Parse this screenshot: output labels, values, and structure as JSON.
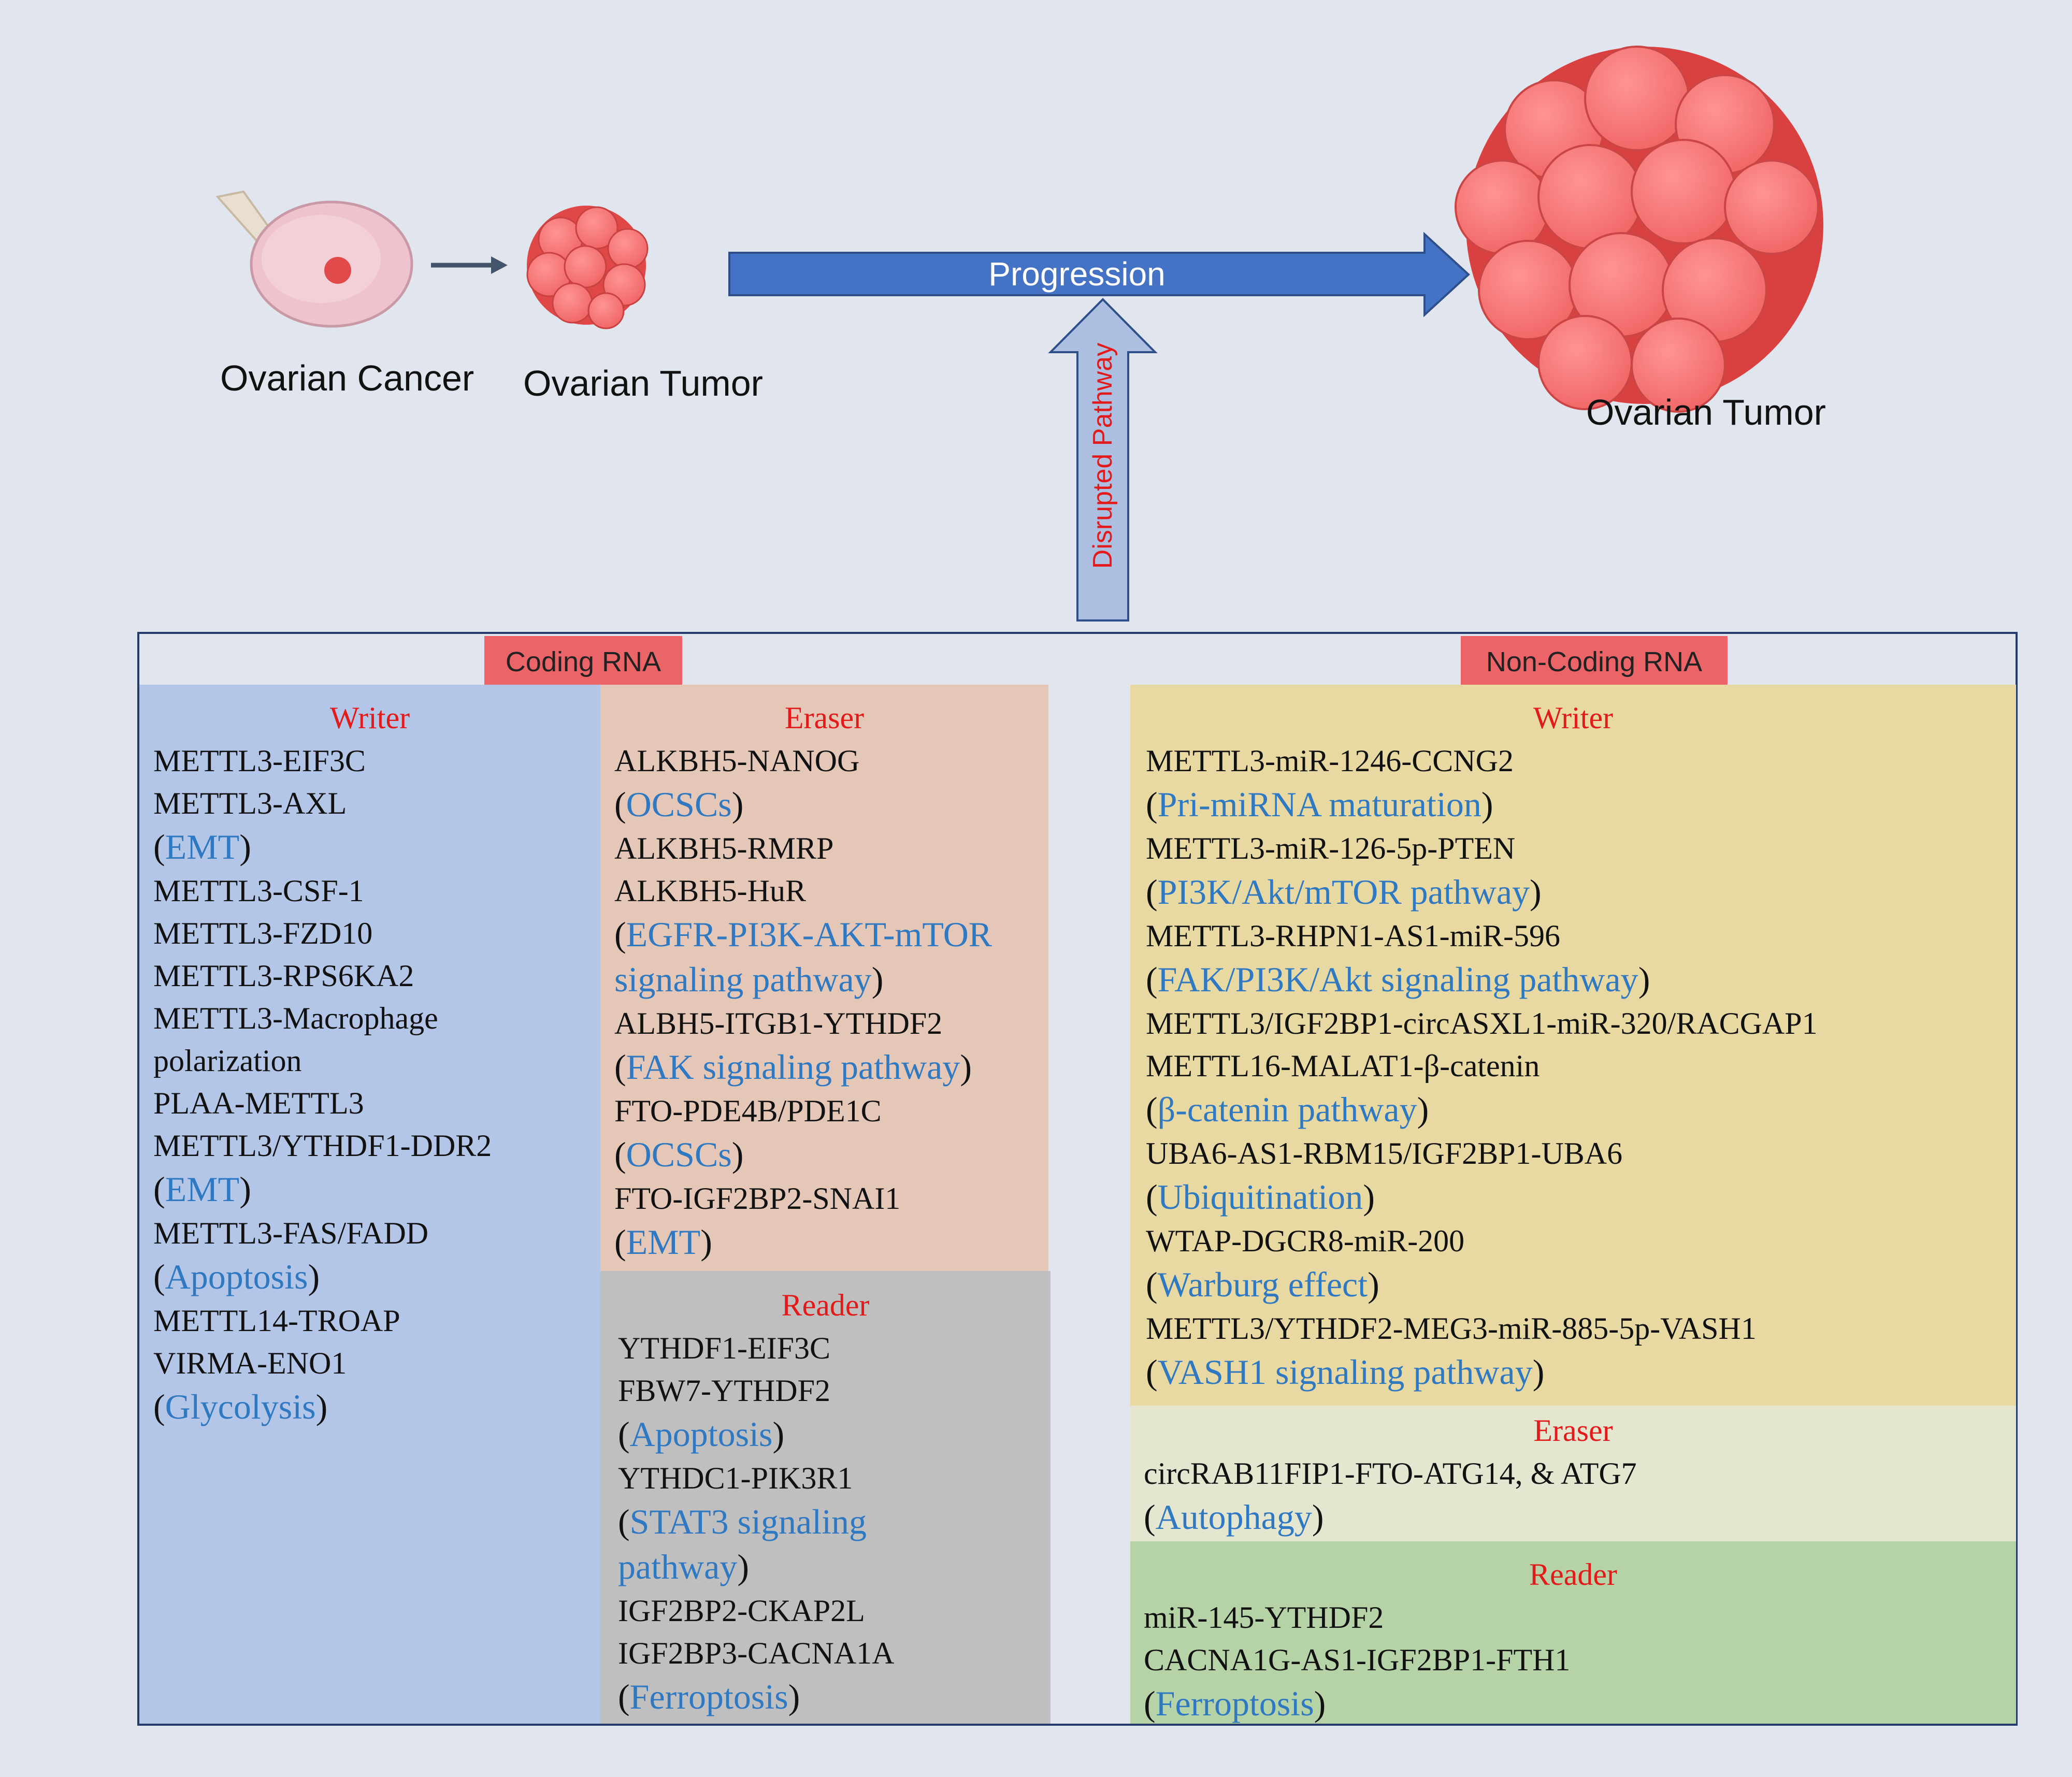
{
  "top": {
    "progression_label": "Progression",
    "disrupted_label": "Disrupted Pathway",
    "captions": {
      "ovarian_cancer": "Ovarian Cancer",
      "ovarian_tumor_small": "Ovarian Tumor",
      "ovarian_tumor_large": "Ovarian Tumor"
    }
  },
  "coding": {
    "title": "Coding RNA",
    "writer": {
      "title": "Writer",
      "lines": [
        {
          "text": "METTL3-EIF3C"
        },
        {
          "text": "METTL3-AXL"
        },
        {
          "pathway": "EMT"
        },
        {
          "text": "METTL3-CSF-1"
        },
        {
          "text": "METTL3-FZD10"
        },
        {
          "text": "METTL3-RPS6KA2"
        },
        {
          "text": "METTL3-Macrophage"
        },
        {
          "text": "polarization"
        },
        {
          "text": "PLAA-METTL3"
        },
        {
          "text": "METTL3/YTHDF1-DDR2"
        },
        {
          "pathway": "EMT"
        },
        {
          "text": "METTL3-FAS/FADD"
        },
        {
          "pathway": "Apoptosis"
        },
        {
          "text": "METTL14-TROAP"
        },
        {
          "text": "VIRMA-ENO1"
        },
        {
          "pathway": "Glycolysis"
        }
      ]
    },
    "eraser": {
      "title": "Eraser",
      "lines": [
        {
          "text": "ALKBH5-NANOG"
        },
        {
          "pathway": "OCSCs"
        },
        {
          "text": "ALKBH5-RMRP"
        },
        {
          "text": "ALKBH5-HuR"
        },
        {
          "pathway_open": "EGFR-PI3K-AKT-mTOR"
        },
        {
          "pathway_close": "signaling pathway"
        },
        {
          "text": "ALBH5-ITGB1-YTHDF2"
        },
        {
          "pathway": "FAK signaling pathway"
        },
        {
          "text": "FTO-PDE4B/PDE1C"
        },
        {
          "pathway": "OCSCs"
        },
        {
          "text": "FTO-IGF2BP2-SNAI1"
        },
        {
          "pathway": "EMT"
        }
      ]
    },
    "reader": {
      "title": "Reader",
      "lines": [
        {
          "text": "YTHDF1-EIF3C"
        },
        {
          "text": "FBW7-YTHDF2"
        },
        {
          "pathway": "Apoptosis"
        },
        {
          "text": "YTHDC1-PIK3R1"
        },
        {
          "pathway_open": "STAT3 signaling"
        },
        {
          "pathway_close": "pathway"
        },
        {
          "text": "IGF2BP2-CKAP2L"
        },
        {
          "text": "IGF2BP3-CACNA1A"
        },
        {
          "pathway": "Ferroptosis"
        }
      ]
    }
  },
  "noncoding": {
    "title": "Non-Coding RNA",
    "writer": {
      "title": "Writer",
      "lines": [
        {
          "text": "METTL3-miR-1246-CCNG2"
        },
        {
          "pathway": "Pri-miRNA maturation"
        },
        {
          "text": "METTL3-miR-126-5p-PTEN"
        },
        {
          "pathway": "PI3K/Akt/mTOR pathway"
        },
        {
          "text": "METTL3-RHPN1-AS1-miR-596"
        },
        {
          "pathway": "FAK/PI3K/Akt signaling pathway"
        },
        {
          "text": "METTL3/IGF2BP1-circASXL1-miR-320/RACGAP1"
        },
        {
          "text": "METTL16-MALAT1-β-catenin"
        },
        {
          "pathway": "β-catenin pathway"
        },
        {
          "text": "UBA6-AS1-RBM15/IGF2BP1-UBA6"
        },
        {
          "pathway": "Ubiquitination"
        },
        {
          "text": "WTAP-DGCR8-miR-200"
        },
        {
          "pathway": "Warburg effect"
        },
        {
          "text": "METTL3/YTHDF2-MEG3-miR-885-5p-VASH1"
        },
        {
          "pathway": "VASH1 signaling pathway"
        }
      ]
    },
    "eraser": {
      "title": "Eraser",
      "lines": [
        {
          "text": "circRAB11FIP1-FTO-ATG14, & ATG7"
        },
        {
          "pathway": "Autophagy"
        }
      ]
    },
    "reader": {
      "title": "Reader",
      "lines": [
        {
          "text": "miR-145-YTHDF2"
        },
        {
          "text": "CACNA1G-AS1-IGF2BP1-FTH1"
        },
        {
          "pathway": "Ferroptosis"
        }
      ]
    }
  },
  "colors": {
    "background": "#e1e6ee",
    "progression_arrow": "#4472c4",
    "disrupted_arrow": "#adbfe0",
    "label_red": "#eb6468",
    "heading_red": "#e31a1a",
    "pathway_blue": "#2f78c2",
    "coding_writer": "#b3c6e7",
    "coding_eraser": "#e4c7b7",
    "coding_reader": "#bfbfbf",
    "noncoding_writer": "#e8d9a2",
    "noncoding_eraser": "#e5e6cf",
    "noncoding_reader": "#b6d3a8"
  }
}
